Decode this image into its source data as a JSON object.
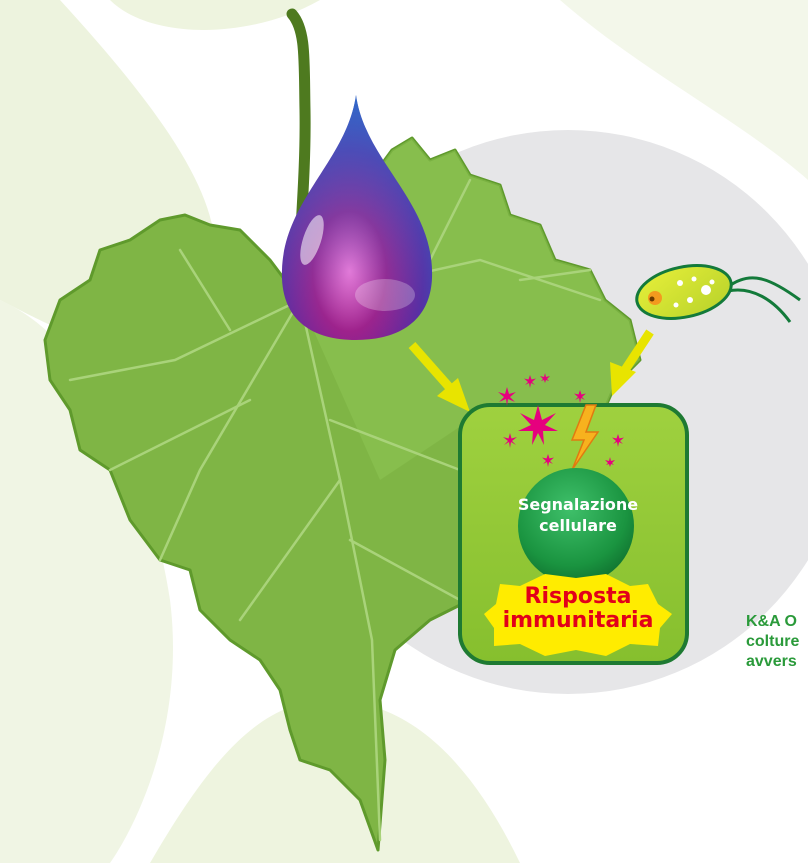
{
  "diagram": {
    "signaling_label_line1": "Segnalazione",
    "signaling_label_line2": "cellulare",
    "response_label_line1": "Risposta",
    "response_label_line2": "immunitaria",
    "caption_line1": "K&A O",
    "caption_line2": "colture",
    "caption_line3": "avvers"
  },
  "colors": {
    "leaf": "#7cb342",
    "cell_fill": "#8dc63f",
    "cell_border": "#1e7a32",
    "arrow": "#e8e400",
    "burst": "#e6007e",
    "response_text": "#e2001a",
    "caption": "#2a9a3a"
  },
  "icons": [
    "water-drop-icon",
    "bacterium-icon",
    "lightning-icon",
    "burst-icon"
  ]
}
